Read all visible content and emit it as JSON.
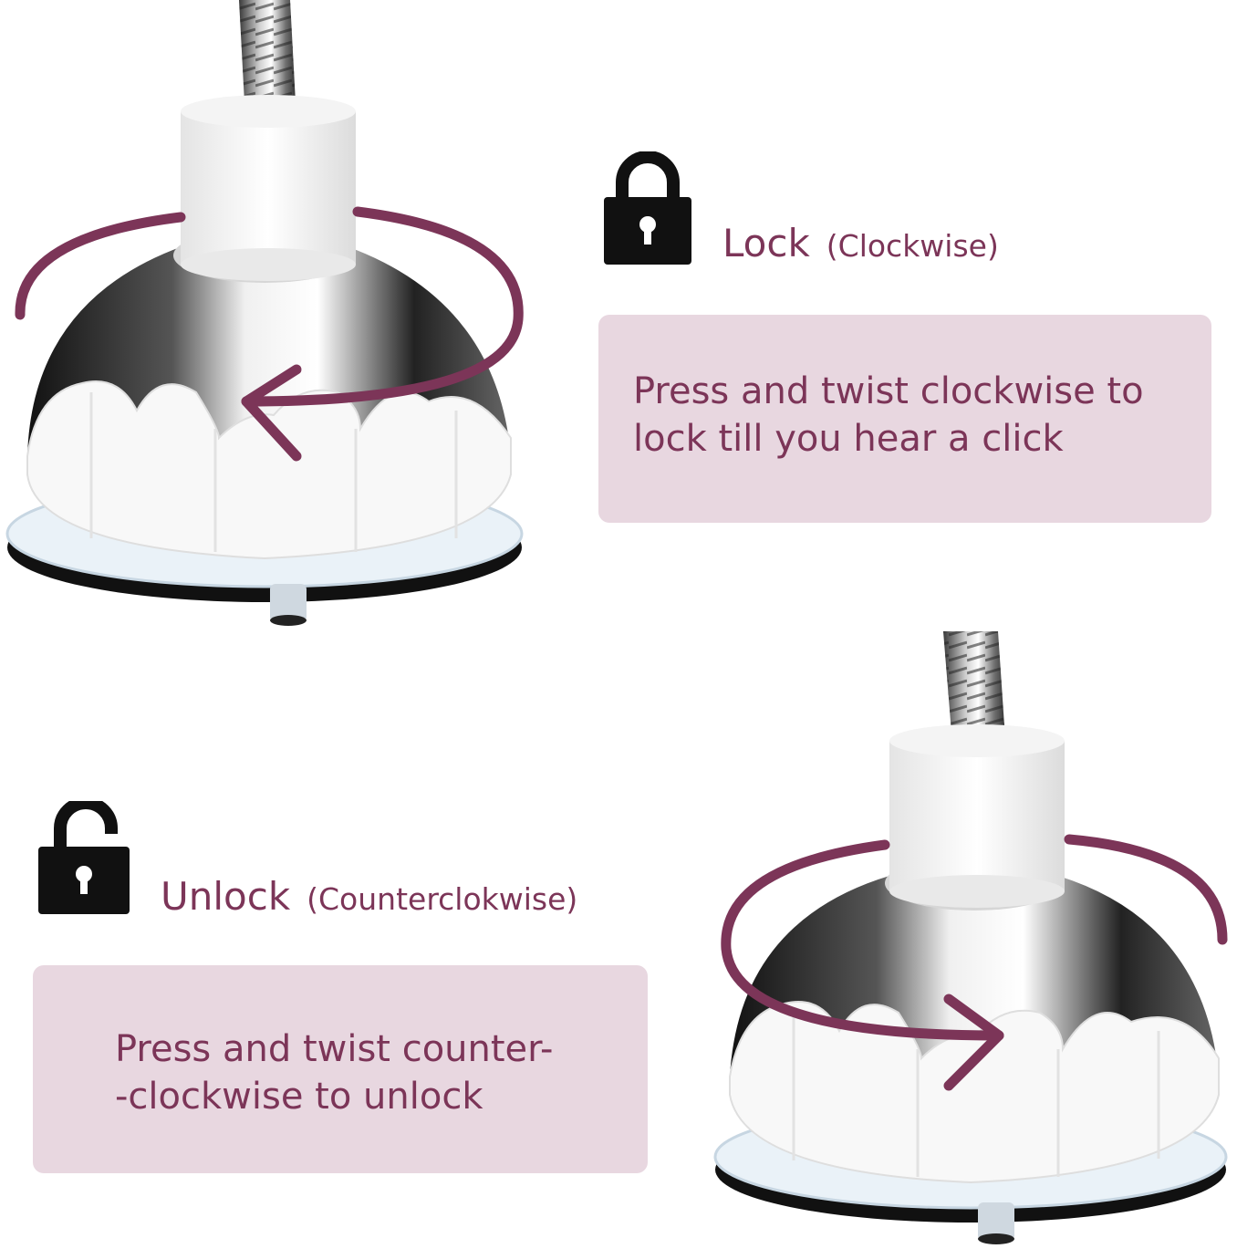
{
  "colors": {
    "accent": "#7c3558",
    "box_bg": "#e8d7e0",
    "icon": "#111111",
    "chrome_dark": "#2a2a2a",
    "plastic": "#f7f7f7"
  },
  "lock_section": {
    "icon": "padlock-closed-icon",
    "title": "Lock",
    "subtitle": "(Clockwise)",
    "description_lines": [
      "Press and twist clockwise to",
      "lock till you hear a click"
    ]
  },
  "unlock_section": {
    "icon": "padlock-open-icon",
    "title": "Unlock",
    "subtitle": "(Counterclokwise)",
    "description_lines": [
      "Press and twist counter-",
      "-clockwise to unlock"
    ]
  },
  "illustrations": [
    {
      "name": "suction-base-lock",
      "rotation_arrow": "clockwise-arrow-icon"
    },
    {
      "name": "suction-base-unlock",
      "rotation_arrow": "counterclockwise-arrow-icon"
    }
  ]
}
